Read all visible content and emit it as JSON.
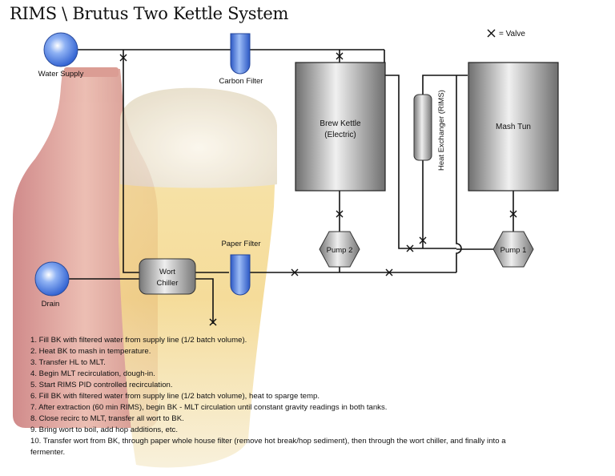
{
  "title": "RIMS \\ Brutus Two Kettle System",
  "legend": {
    "symbol": "✕",
    "text": "= Valve"
  },
  "components": {
    "water_supply": "Water Supply",
    "carbon_filter": "Carbon Filter",
    "brew_kettle": [
      "Brew Kettle",
      "(Electric)"
    ],
    "heat_exchanger": "Heat Exchanger (RIMS)",
    "mash_tun": "Mash Tun",
    "pump2": "Pump 2",
    "pump1": "Pump 1",
    "paper_filter": "Paper Filter",
    "wort_chiller": [
      "Wort",
      "Chiller"
    ],
    "drain": "Drain"
  },
  "colors": {
    "sphere": "#4e7fe0",
    "filter": "#3f6fd6",
    "tank_light": "#e4e4e4",
    "tank_dark": "#808080",
    "pipe": "#111111"
  },
  "steps": [
    "1.  Fill BK with filtered water from supply line (1/2  batch volume).",
    "2.  Heat BK to mash in temperature.",
    "3.  Transfer HL to MLT.",
    "4.  Begin MLT recirculation, dough-in.",
    "5.  Start RIMS PID controlled recirculation.",
    "6.  Fill BK with filtered water from supply line (1/2  batch volume), heat to sparge temp.",
    "7.  After extraction (60 min RIMS), begin BK - MLT circulation until constant gravity readings in both tanks.",
    "8.  Close recirc to MLT, transfer all wort to BK.",
    "9.  Bring wort to boil, add hop additions, etc.",
    "10.  Transfer wort from BK, through paper whole house filter (remove hot break/hop sediment), then through the wort chiller, and finally into a",
    "fermenter."
  ]
}
